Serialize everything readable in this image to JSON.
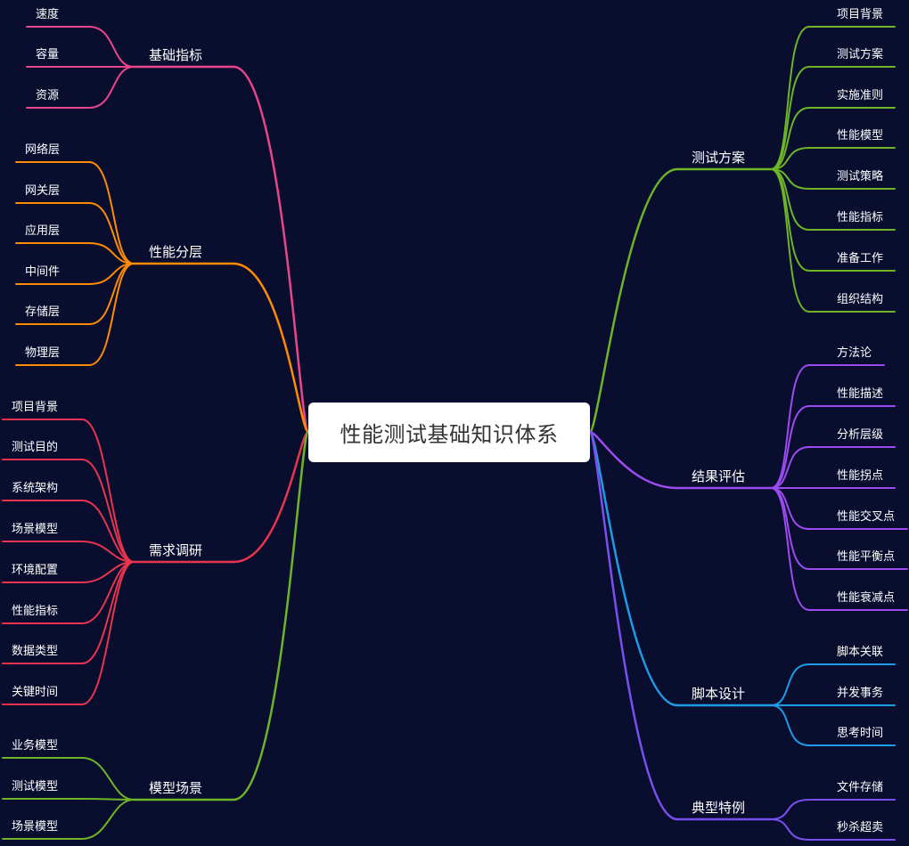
{
  "root": {
    "label": "性能测试基础知识体系"
  },
  "branches": [
    {
      "label": "基础指标",
      "side": "left",
      "color": "#e8458c",
      "children": [
        "速度",
        "容量",
        "资源"
      ]
    },
    {
      "label": "性能分层",
      "side": "left",
      "color": "#ff8c00",
      "children": [
        "网络层",
        "网关层",
        "应用层",
        "中间件",
        "存储层",
        "物理层"
      ]
    },
    {
      "label": "需求调研",
      "side": "left",
      "color": "#e8344e",
      "children": [
        "项目背景",
        "测试目的",
        "系统架构",
        "场景模型",
        "环境配置",
        "性能指标",
        "数据类型",
        "关键时间"
      ]
    },
    {
      "label": "模型场景",
      "side": "left",
      "color": "#6db526",
      "children": [
        "业务模型",
        "测试模型",
        "场景模型"
      ]
    },
    {
      "label": "测试方案",
      "side": "right",
      "color": "#6db526",
      "children": [
        "项目背景",
        "测试方案",
        "实施准则",
        "性能模型",
        "测试策略",
        "性能指标",
        "准备工作",
        "组织结构"
      ]
    },
    {
      "label": "结果评估",
      "side": "right",
      "color": "#9b4bf0",
      "children": [
        "方法论",
        "性能描述",
        "分析层级",
        "性能拐点",
        "性能交叉点",
        "性能平衡点",
        "性能衰减点"
      ]
    },
    {
      "label": "脚本设计",
      "side": "right",
      "color": "#1e9be6",
      "children": [
        "脚本关联",
        "并发事务",
        "思考时间"
      ]
    },
    {
      "label": "典型特例",
      "side": "right",
      "color": "#7a4ff0",
      "children": [
        "文件存储",
        "秒杀超卖"
      ]
    }
  ]
}
